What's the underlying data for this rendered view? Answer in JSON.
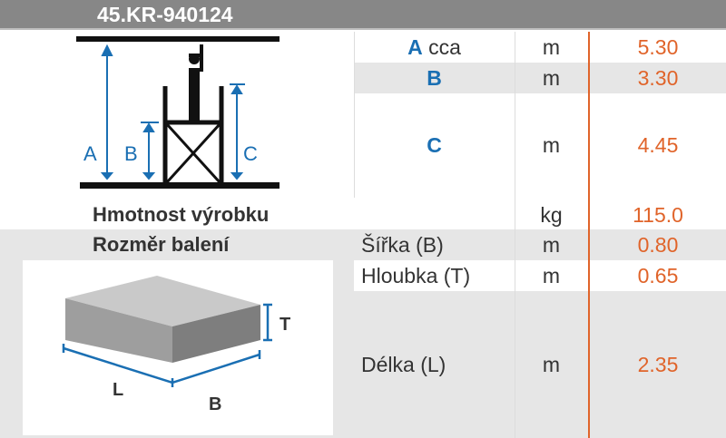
{
  "header": {
    "title": "45.KR-940124"
  },
  "dimensions": [
    {
      "label": "A",
      "suffix": "cca",
      "unit": "m",
      "value": "5.30"
    },
    {
      "label": "B",
      "suffix": "",
      "unit": "m",
      "value": "3.30"
    },
    {
      "label": "C",
      "suffix": "",
      "unit": "m",
      "value": "4.45"
    }
  ],
  "weight": {
    "label": "Hmotnost výrobku",
    "unit": "kg",
    "value": "115.0"
  },
  "packaging": {
    "label": "Rozměr balení",
    "rows": [
      {
        "label": "Šířka (B)",
        "unit": "m",
        "value": "0.80"
      },
      {
        "label": "Hloubka (T)",
        "unit": "m",
        "value": "0.65"
      },
      {
        "label": "Délka (L)",
        "unit": "m",
        "value": "2.35"
      }
    ]
  },
  "diagram": {
    "labels": [
      "A",
      "B",
      "C"
    ]
  },
  "box_diagram": {
    "labels": [
      "T",
      "L",
      "B"
    ]
  },
  "colors": {
    "accent_blue": "#1a6fb3",
    "value_orange": "#e0642a",
    "header_gray": "#878787"
  }
}
